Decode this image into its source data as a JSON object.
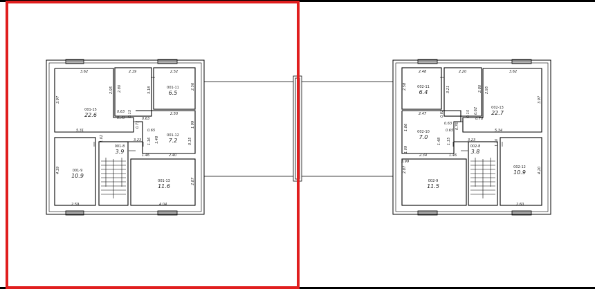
{
  "colors": {
    "selection": "#e01e1e",
    "wall": "#000000",
    "line": "#333333"
  },
  "left_plan": {
    "rooms": [
      {
        "id": "001-15",
        "area": "22.6"
      },
      {
        "id": "001-11",
        "area": "6.5"
      },
      {
        "id": "001-12",
        "area": "7.2"
      },
      {
        "id": "001-8",
        "area": "3.9"
      },
      {
        "id": "001-9",
        "area": "10.9"
      },
      {
        "id": "001-13",
        "area": "11.6"
      }
    ],
    "dims": [
      "3.62",
      "2.19",
      "2.52",
      "3.97",
      "2.95",
      "2.80",
      "3.18",
      "2.56",
      "0.63",
      "0.78",
      "0.15",
      "2.50",
      "0.63",
      "0.73",
      "0.65",
      "1.99",
      "5.31",
      "1.02",
      "3.23",
      "1.16",
      "1.48",
      "0.15",
      "2.40",
      "4.19",
      "1.46",
      "2.87",
      "2.59",
      "4.04"
    ]
  },
  "right_plan": {
    "rooms": [
      {
        "id": "002-11",
        "area": "6.4"
      },
      {
        "id": "002-13",
        "area": "22.7"
      },
      {
        "id": "002-10",
        "area": "7.0"
      },
      {
        "id": "002-8",
        "area": "3.8"
      },
      {
        "id": "002-9",
        "area": "11.5"
      },
      {
        "id": "002-12",
        "area": "10.9"
      }
    ],
    "dims": [
      "2.48",
      "2.20",
      "3.62",
      "2.58",
      "3.21",
      "2.80",
      "2.95",
      "3.97",
      "2.47",
      "0.62",
      "0.15",
      "0.62",
      "0.78",
      "1.86",
      "0.63",
      "0.76",
      "0.65",
      "5.34",
      "1.48",
      "1.15",
      "3.23",
      "1.20",
      "2.34",
      "1.46",
      "3.99",
      "2.87",
      "4.20",
      "2.60",
      "1.09"
    ]
  }
}
